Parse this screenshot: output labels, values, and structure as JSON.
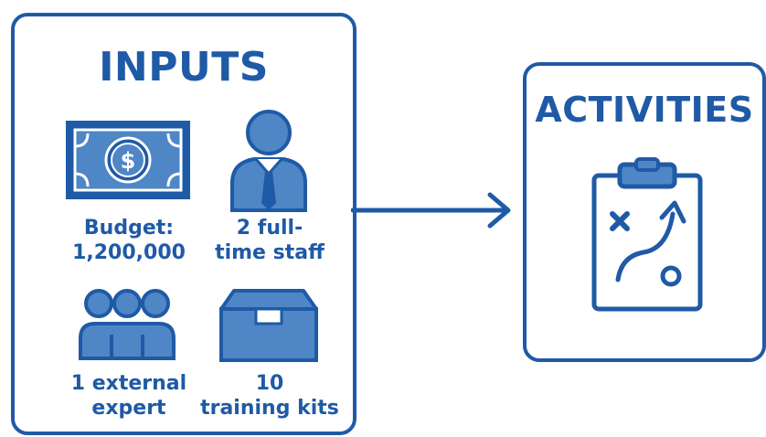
{
  "inputs": {
    "title": "INPUTS",
    "items": [
      {
        "label": "Budget:\n1,200,000",
        "icon": "money-bill-icon"
      },
      {
        "label": "2 full-\ntime staff",
        "icon": "person-icon"
      },
      {
        "label": "1 external\nexpert",
        "icon": "group-icon"
      },
      {
        "label": "10\ntraining kits",
        "icon": "box-icon"
      }
    ]
  },
  "activities": {
    "title": "ACTIVITIES",
    "icon": "clipboard-plan-icon"
  },
  "flow_arrow": {
    "from": "inputs",
    "to": "activities",
    "icon": "arrow-right-icon"
  },
  "colors": {
    "primary": "#1f5aa6",
    "fill": "#4f86c6",
    "background": "#ffffff"
  }
}
